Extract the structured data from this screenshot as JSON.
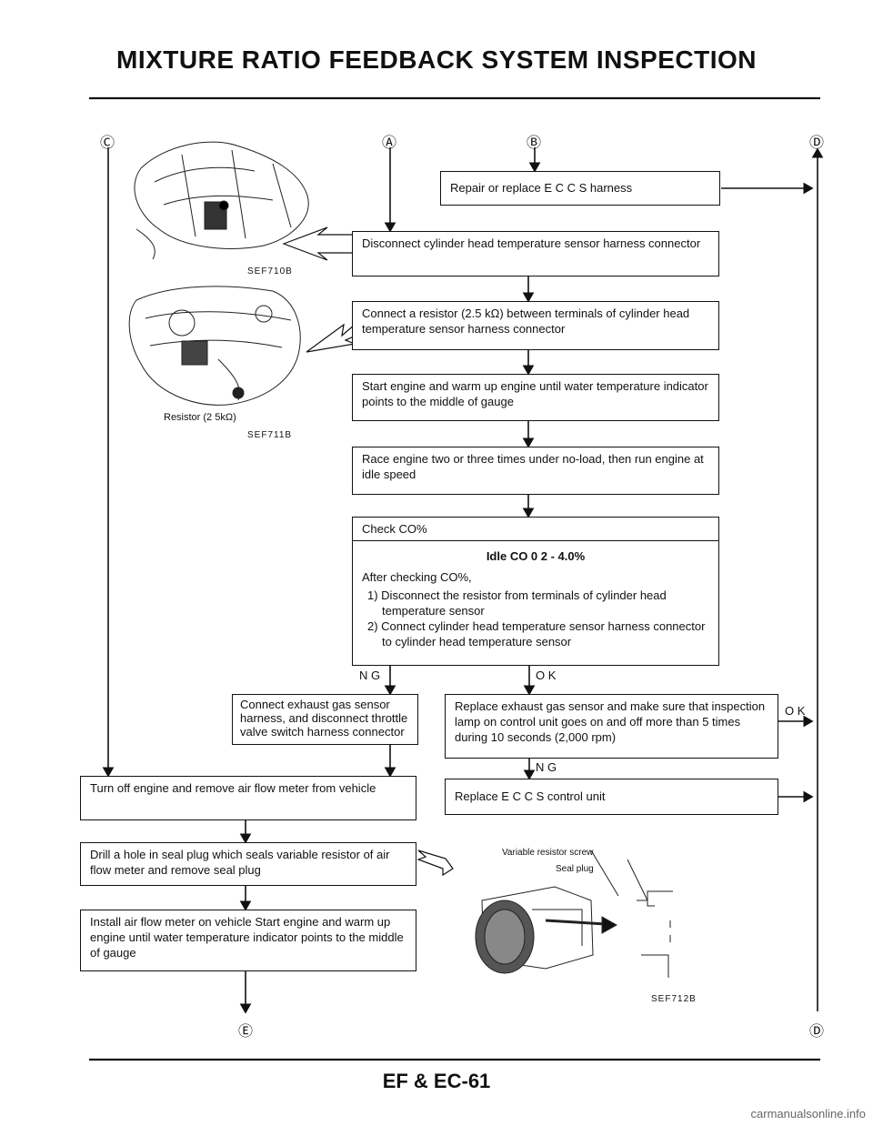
{
  "header": {
    "title": "MIXTURE RATIO FEEDBACK SYSTEM INSPECTION"
  },
  "connectors": {
    "c": "Ⓒ",
    "a": "Ⓐ",
    "b": "Ⓑ",
    "d_top": "Ⓓ",
    "e": "Ⓔ",
    "d_bottom": "Ⓓ"
  },
  "steps": {
    "repair": "Repair or replace E C C S harness",
    "disconnect_sensor": "Disconnect cylinder head temperature sensor harness connector",
    "connect_resistor": "Connect a resistor (2.5 kΩ) between terminals of cylinder head temperature sensor harness connector",
    "start_engine": "Start engine and warm up engine until water temperature indicator points to the middle of gauge",
    "race_engine": "Race engine two or three times under no-load, then run engine at idle speed",
    "check_co_title": "Check CO%",
    "idle_co": "Idle CO    0 2 - 4.0%",
    "after_checking": "After checking CO%,",
    "after_items": [
      "1) Disconnect the resistor from terminals of cylinder head temperature sensor",
      "2) Connect cylinder head temperature sensor harness connector to cylinder head temperature sensor"
    ],
    "connect_exhaust": "Connect exhaust gas sensor harness, and disconnect throttle valve switch harness connector",
    "replace_exhaust": "Replace exhaust gas sensor and make sure that inspection lamp on control unit goes on and off more than 5 times during 10 seconds  (2,000 rpm)",
    "turn_off": "Turn off engine and remove air flow meter from vehicle",
    "replace_ecu": "Replace E C C S control unit",
    "drill_hole": "Drill a hole in seal plug which seals variable resistor of air flow meter and remove seal plug",
    "install_meter": "Install air flow meter on vehicle  Start engine and warm up engine until water temperature indicator points to the middle of gauge"
  },
  "labels": {
    "ng1": "N G",
    "ok1": "O K",
    "ng2": "N G",
    "ok2": "O K",
    "resistor": "Resistor (2 5kΩ)",
    "variable_resistor": "Variable resistor screw",
    "seal_plug": "Seal plug"
  },
  "figures": {
    "fig1": "SEF710B",
    "fig2": "SEF711B",
    "fig3": "SEF712B"
  },
  "footer": {
    "page": "EF & EC-61",
    "watermark": "carmanualsonline.info"
  }
}
